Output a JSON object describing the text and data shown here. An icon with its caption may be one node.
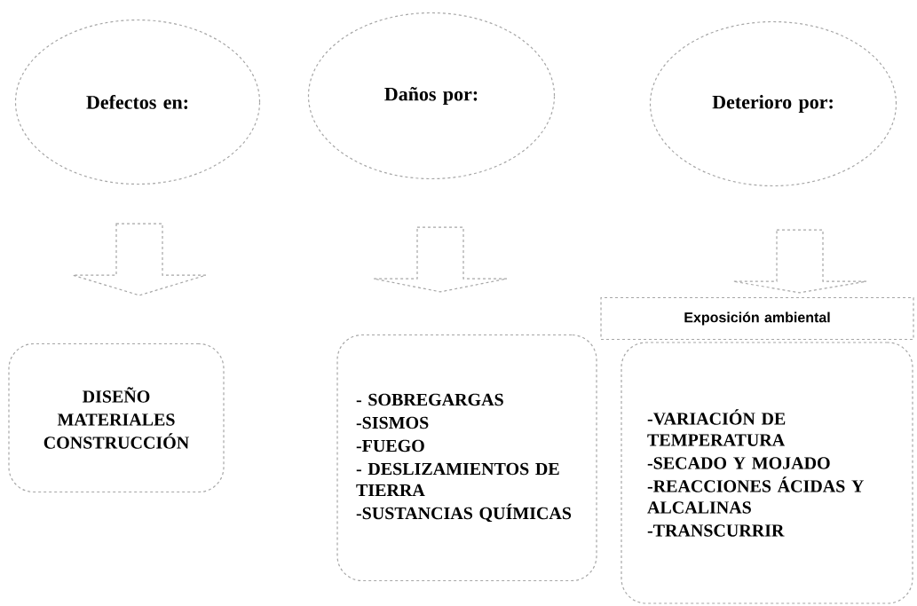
{
  "diagram": {
    "nodes": [
      {
        "text": [
          "Defectos en:"
        ]
      },
      {
        "text": [
          "Daños por:"
        ]
      },
      {
        "text": [
          "Deterioro por:"
        ]
      },
      {
        "text": [
          "Exposición ambiental"
        ]
      },
      {
        "text": [
          "DISEÑO",
          "MATERIALES",
          "CONSTRUCCIÓN"
        ]
      },
      {
        "text": [
          "- SOBREGARGAS",
          "-SISMOS",
          "-FUEGO",
          "- DESLIZAMIENTOS DE TIERRA",
          "-SUSTANCIAS QUÍMICAS"
        ]
      },
      {
        "text": [
          "-VARIACIÓN DE TEMPERATURA",
          "-SECADO Y MOJADO",
          "-REACCIONES ÁCIDAS Y ALCALINAS",
          "-TRANSCURRIR"
        ]
      }
    ],
    "edges": [
      {
        "from": 0,
        "to": 4,
        "arrow": "to",
        "style": "dashed"
      },
      {
        "from": 1,
        "to": 5,
        "arrow": "to",
        "style": "dashed"
      },
      {
        "from": 2,
        "to": 3,
        "arrow": "to",
        "style": "dashed"
      }
    ]
  }
}
